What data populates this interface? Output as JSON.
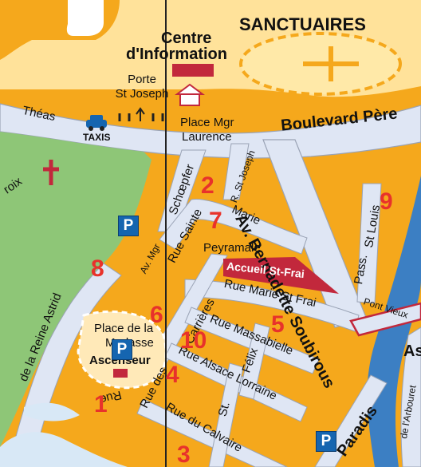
{
  "map": {
    "colors": {
      "building": "#f5a81c",
      "street": "#dfe6f4",
      "street_edge": "#9aa3b5",
      "park": "#8ec677",
      "plaza": "#ffe9b8",
      "water": "#d8e8f6",
      "river": "#3c7fc3",
      "accent_red": "#c2283c",
      "marker_red": "#e8322b",
      "parking_blue": "#1565b0"
    },
    "labels": {
      "sanctuaires": "SANCTUAIRES",
      "centre_info_1": "Centre",
      "centre_info_2": "d'Information",
      "porte_st_joseph_1": "Porte",
      "porte_st_joseph_2": "St Joseph",
      "theas": "Théas",
      "taxis": "TAXIS",
      "place_mgr_1": "Place Mgr",
      "place_mgr_2": "Laurence",
      "boulevard_pere": "Boulevard Père",
      "roix": "roix",
      "av_bernadette_soubirous": "Av. Bernadette Soubirous",
      "r_st_joseph": "R. St Joseph",
      "schoepfer": "Schœpfer",
      "rue_sainte": "Rue  Sainte",
      "marie": "Marie",
      "peyramale": "Peyramale",
      "accueil_st_frai": "Accueil St-Frai",
      "rue_marie_st_frai": "Rue Marie St Frai",
      "pass": "Pass.",
      "st_louis": "St Louis",
      "pont_vieux": "Pont Vieux",
      "as": "As",
      "av_mgr": "Av. Mgr",
      "reine_astrid": "de la Reine Astrid",
      "place_merlasse_1": "Place de la",
      "place_merlasse_2": "Merlasse",
      "carrieres": "Carrières",
      "rue_des": "Rue des",
      "rue_massabielle": "Rue Massabielle",
      "felix": "Félix",
      "rue_alsace_lorraine": "Rue Alsace Lorraine",
      "st": "St.",
      "rue_du_calvaire": "Rue du Calvaire",
      "rue_bottom_left": "Rue",
      "ascenseur": "Ascenseur",
      "paradis": "Paradis",
      "bourg": "de l'Arbouret"
    },
    "markers": [
      "1",
      "2",
      "3",
      "4",
      "5",
      "6",
      "7",
      "8",
      "9",
      "10"
    ],
    "parking_symbol": "P"
  }
}
